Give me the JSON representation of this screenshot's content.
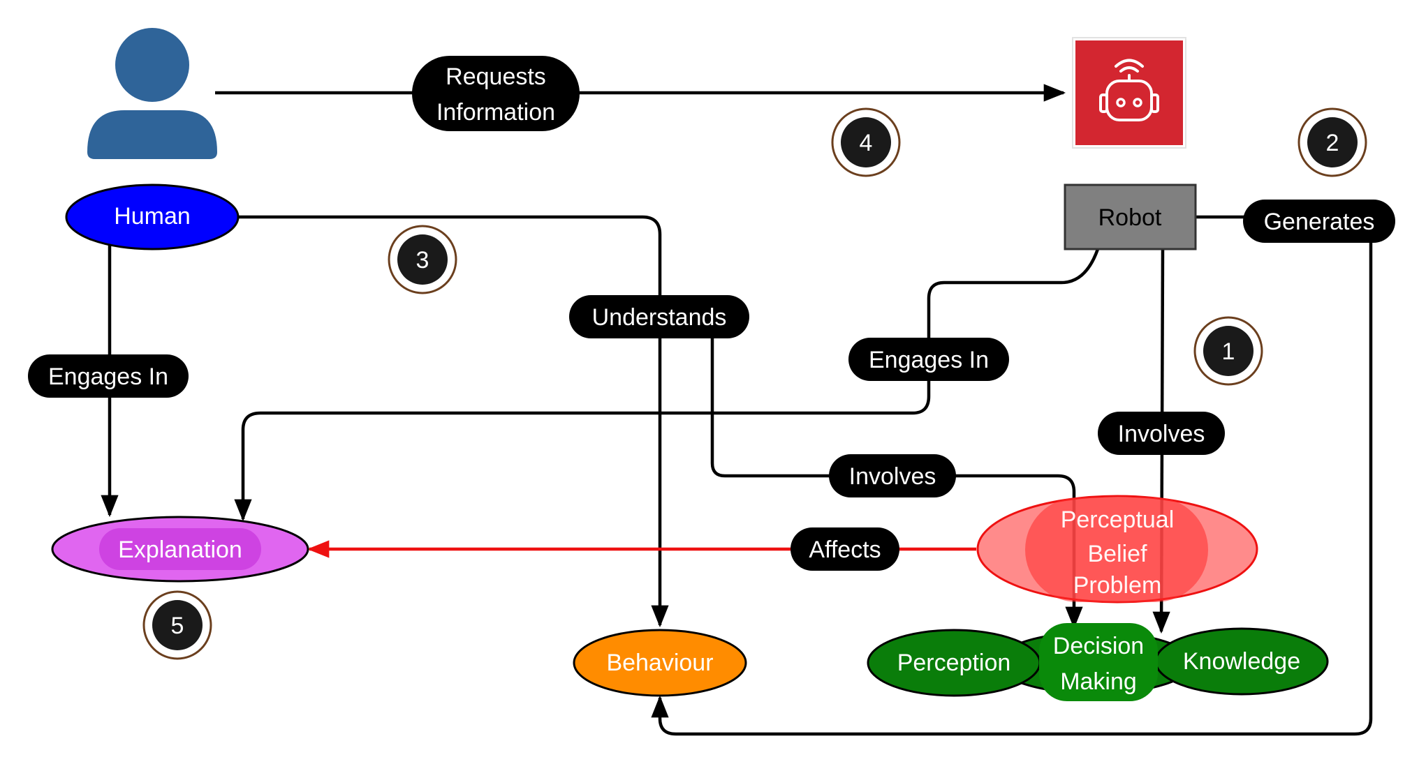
{
  "nodes": {
    "human": "Human",
    "robot": "Robot",
    "explanation": "Explanation",
    "behaviour": "Behaviour",
    "perceptual_belief_problem": [
      "Perceptual",
      "Belief",
      "Problem"
    ],
    "perception": "Perception",
    "decision_making": [
      "Decision",
      "Making"
    ],
    "knowledge": "Knowledge"
  },
  "edges": {
    "requests_information": [
      "Requests",
      "Information"
    ],
    "engages_in_human": "Engages In",
    "engages_in_robot": "Engages In",
    "understands": "Understands",
    "involves_understands": "Involves",
    "involves_robot": "Involves",
    "generates": "Generates",
    "affects": "Affects"
  },
  "markers": [
    "1",
    "2",
    "3",
    "4",
    "5"
  ],
  "icons": {
    "user": "user-icon",
    "robot": "robot-icon"
  },
  "colors": {
    "human_node": "#0000ff",
    "robot_node": "#808080",
    "explanation_node": "#e066f0",
    "behaviour_node": "#ff8c00",
    "problem_node": "#ff7a7a",
    "green_nodes": "#0a7d0a",
    "affects_edge": "#ee1111",
    "user_icon": "#2f6499",
    "robot_tile": "#d32630"
  }
}
